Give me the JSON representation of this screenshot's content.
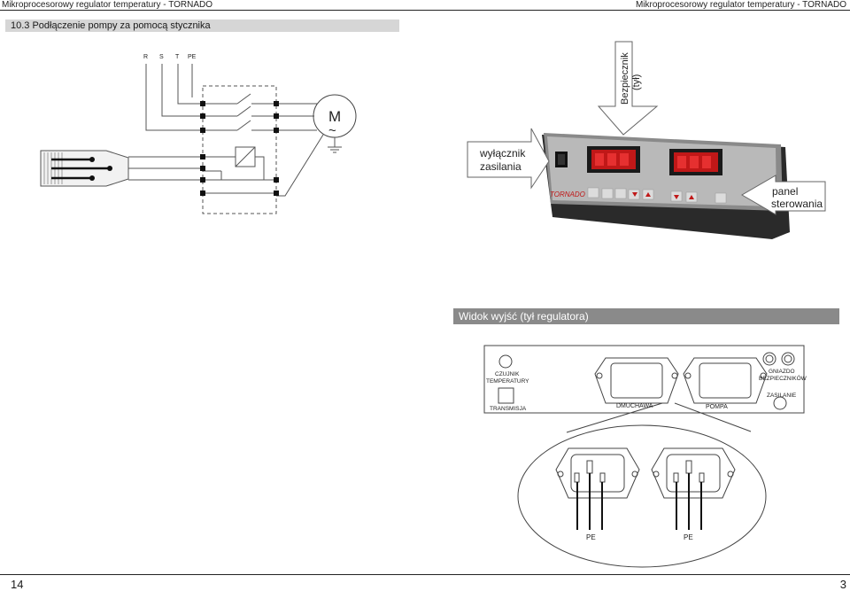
{
  "header": {
    "left": "Mikroprocesorowy  regulator temperatury - TORNADO",
    "right": "Mikroprocesorowy  regulator temperatury - TORNADO"
  },
  "section": {
    "title": "10.3  Podłączenie pompy za pomocą stycznika"
  },
  "wiring": {
    "phase_r": "R",
    "phase_s": "S",
    "phase_t": "T",
    "phase_pe": "PE",
    "motor": "M",
    "motor_symbol": "~"
  },
  "callouts": {
    "fuse_line1": "Bezpiecznik",
    "fuse_line2": "(tył)",
    "switch_line1": "wyłącznik",
    "switch_line2": "zasilania",
    "panel_line1": "panel",
    "panel_line2": "sterowania"
  },
  "rear_view": {
    "title": "Widok wyjść (tył regulatora)",
    "sensor_line1": "CZUJNIK",
    "sensor_line2": "TEMPERATURY",
    "transmission": "TRANSMISJA",
    "blower": "DMUCHAWA",
    "pump": "POMPA",
    "fuse_line1": "GNIAZDO",
    "fuse_line2": "BEZPIECZNIKÓW",
    "power": "ZASILANIE",
    "pe_left": "PE",
    "pe_right": "PE"
  },
  "footer": {
    "page_left": "14",
    "page_right": "3"
  }
}
